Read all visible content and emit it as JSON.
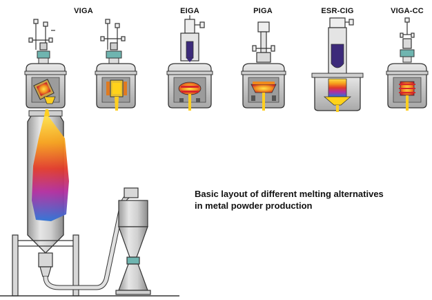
{
  "labels": {
    "viga": "VIGA",
    "eiga": "EIGA",
    "piga": "PIGA",
    "esr_cig": "ESR-CIG",
    "viga_cc": "VIGA-CC"
  },
  "caption": {
    "line1": "Basic layout of different melting alternatives",
    "line2": "in metal powder production"
  },
  "colors": {
    "vessel_gray": "#b8b8b8",
    "vessel_light": "#dcdcdc",
    "outline": "#333333",
    "melt_yellow": "#ffd21a",
    "melt_orange": "#f08a1c",
    "melt_red": "#d8262a",
    "spray_purple": "#9b2aa8",
    "spray_blue": "#2a6fd0",
    "pipe_teal": "#6fb5b0"
  }
}
